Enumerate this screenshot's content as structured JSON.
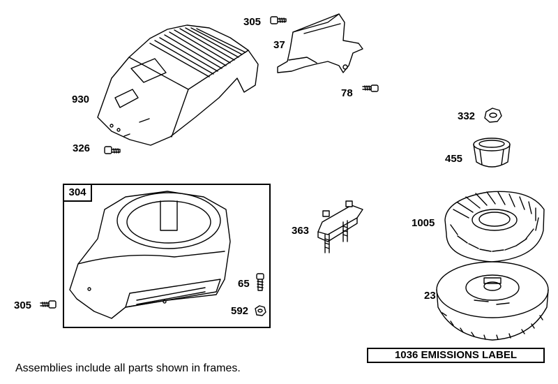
{
  "parts": {
    "p305_top": "305",
    "p37": "37",
    "p930": "930",
    "p78": "78",
    "p326": "326",
    "p332": "332",
    "p455": "455",
    "p304": "304",
    "p363": "363",
    "p1005": "1005",
    "p65": "65",
    "p592": "592",
    "p305_bottom": "305",
    "p23": "23"
  },
  "emissions_label": "1036 EMISSIONS LABEL",
  "footnote": "Assemblies include all parts shown in frames."
}
